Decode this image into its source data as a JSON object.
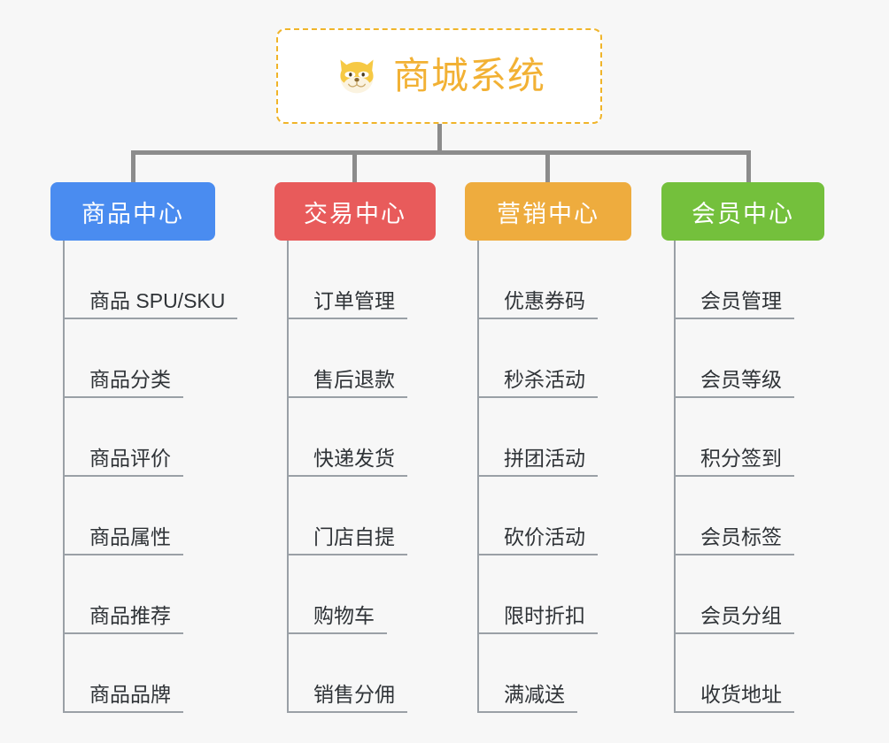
{
  "root": {
    "title": "商城系统",
    "icon": "shiba-dog-face-icon",
    "accent_color": "#f2b134",
    "border_color": "#f0b429",
    "background": "#ffffff"
  },
  "canvas": {
    "background": "#f7f7f7",
    "connector_color": "#8c8c8c",
    "leaf_line_color": "#9aa0a6"
  },
  "branches": [
    {
      "label": "商品中心",
      "color": "#4a8cf0",
      "items": [
        "商品 SPU/SKU",
        "商品分类",
        "商品评价",
        "商品属性",
        "商品推荐",
        "商品品牌"
      ]
    },
    {
      "label": "交易中心",
      "color": "#e85b5b",
      "items": [
        "订单管理",
        "售后退款",
        "快递发货",
        "门店自提",
        "购物车",
        "销售分佣"
      ]
    },
    {
      "label": "营销中心",
      "color": "#eeac3e",
      "items": [
        "优惠券码",
        "秒杀活动",
        "拼团活动",
        "砍价活动",
        "限时折扣",
        "满减送"
      ]
    },
    {
      "label": "会员中心",
      "color": "#74c03c",
      "items": [
        "会员管理",
        "会员等级",
        "积分签到",
        "会员标签",
        "会员分组",
        "收货地址"
      ]
    }
  ]
}
